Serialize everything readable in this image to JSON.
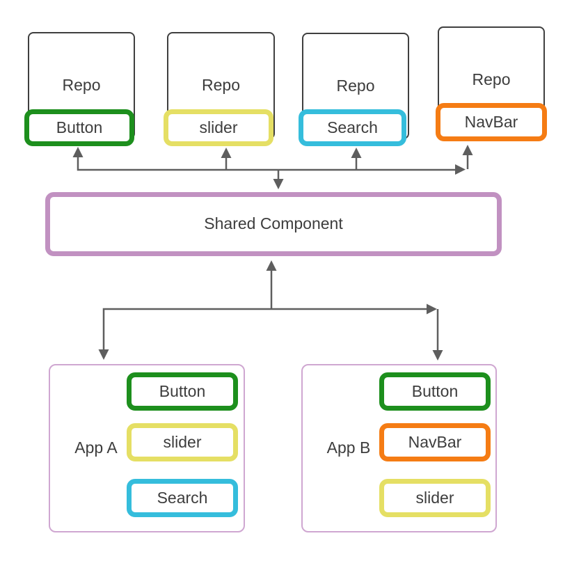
{
  "repos": [
    {
      "label": "Repo",
      "component": "Button",
      "color": "#1d8f1d"
    },
    {
      "label": "Repo",
      "component": "slider",
      "color": "#e5df64"
    },
    {
      "label": "Repo",
      "component": "Search",
      "color": "#35bddc"
    },
    {
      "label": "Repo",
      "component": "NavBar",
      "color": "#f57c14"
    }
  ],
  "shared_component": {
    "label": "Shared Component",
    "border_color": "#c191c1"
  },
  "apps": [
    {
      "label": "App A",
      "components": [
        {
          "label": "Button",
          "color": "#1d8f1d"
        },
        {
          "label": "slider",
          "color": "#e5df64"
        },
        {
          "label": "Search",
          "color": "#35bddc"
        }
      ]
    },
    {
      "label": "App B",
      "components": [
        {
          "label": "Button",
          "color": "#1d8f1d"
        },
        {
          "label": "NavBar",
          "color": "#f57c14"
        },
        {
          "label": "slider",
          "color": "#e5df64"
        }
      ]
    }
  ],
  "colors": {
    "green": "#1d8f1d",
    "yellow": "#e5df64",
    "cyan": "#35bddc",
    "orange": "#f57c14",
    "shared_border": "#c191c1",
    "app_border": "#cfa7d1",
    "repo_border": "#3f3f3f",
    "arrow": "#5e5e5e",
    "text": "#3d3d3d"
  }
}
